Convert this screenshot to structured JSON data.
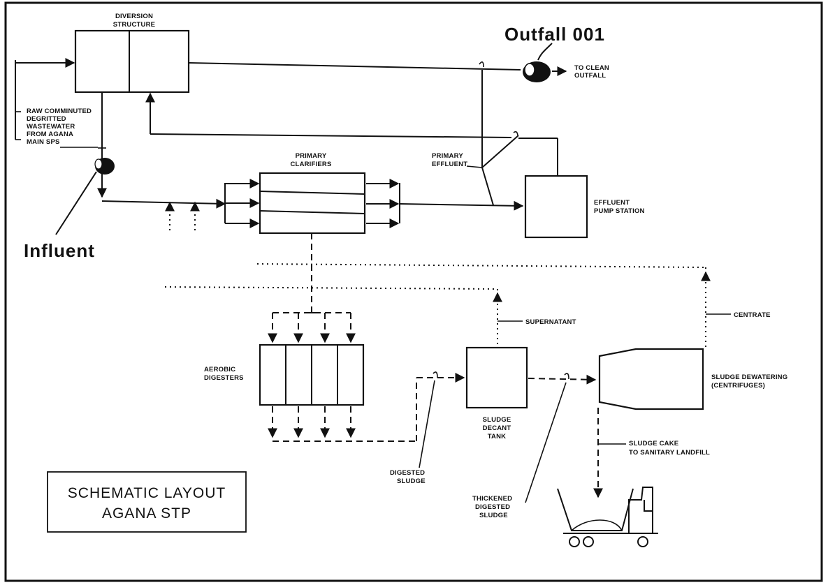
{
  "diagram": {
    "title_lines": [
      "SCHEMATIC LAYOUT",
      "AGANA STP"
    ],
    "callouts": {
      "outfall": "Outfall 001",
      "influent": "Influent"
    },
    "labels": {
      "diversion": [
        "DIVERSION",
        "STRUCTURE"
      ],
      "to_clean": [
        "TO CLEAN",
        "OUTFALL"
      ],
      "raw": [
        "RAW COMMINUTED",
        "DEGRITTED",
        "WASTEWATER",
        "FROM AGANA",
        "MAIN SPS"
      ],
      "primary_clarifiers": [
        "PRIMARY",
        "CLARIFIERS"
      ],
      "primary_effluent": [
        "PRIMARY",
        "EFFLUENT"
      ],
      "effluent_pump": [
        "EFFLUENT",
        "PUMP STATION"
      ],
      "supernatant": "SUPERNATANT",
      "centrate": "CENTRATE",
      "aerobic": [
        "AEROBIC",
        "DIGESTERS"
      ],
      "sludge_decant": [
        "SLUDGE",
        "DECANT",
        "TANK"
      ],
      "sludge_dewatering": [
        "SLUDGE DEWATERING",
        "(CENTRIFUGES)"
      ],
      "sludge_cake": [
        "SLUDGE CAKE",
        "TO SANITARY LANDFILL"
      ],
      "digested_sludge": [
        "DIGESTED",
        "SLUDGE"
      ],
      "thickened": [
        "THICKENED",
        "DIGESTED",
        "SLUDGE"
      ]
    }
  }
}
